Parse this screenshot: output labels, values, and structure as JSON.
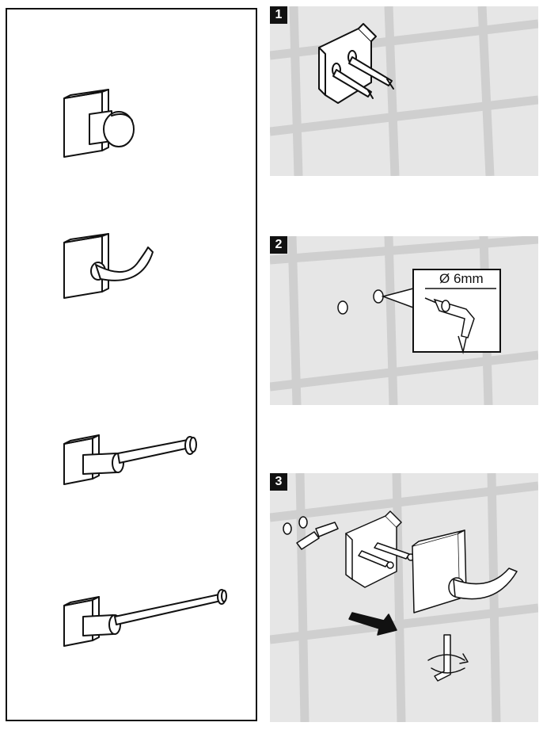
{
  "steps": [
    {
      "number": "1"
    },
    {
      "number": "2",
      "drill_bit_label": "Ø 6mm"
    },
    {
      "number": "3"
    }
  ],
  "products": [
    {
      "icon": "robe-hook-knob-icon"
    },
    {
      "icon": "robe-hook-curved-icon"
    },
    {
      "icon": "toilet-paper-holder-icon"
    },
    {
      "icon": "towel-bar-icon"
    }
  ],
  "colors": {
    "wall": "#e6e6e6",
    "grout": "#cfcfcf",
    "ink": "#111111"
  }
}
